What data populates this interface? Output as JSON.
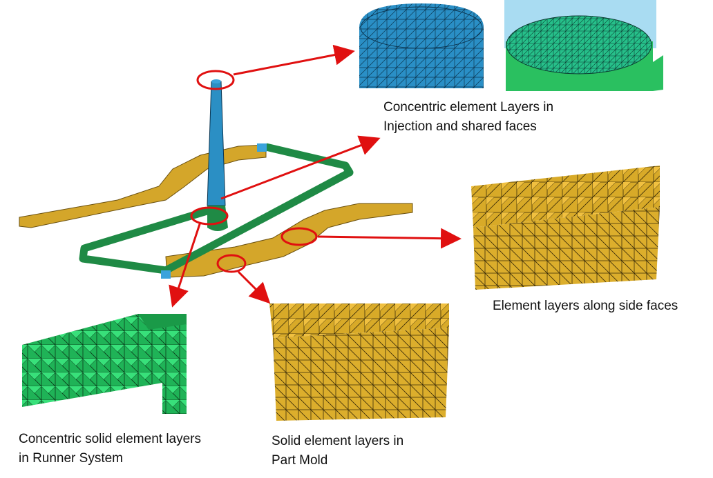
{
  "captions": {
    "injection": {
      "line1": "Concentric element Layers in",
      "line2": "Injection and shared faces"
    },
    "side_faces": {
      "line1": "Element layers along side faces"
    },
    "runner": {
      "line1": "Concentric solid element layers",
      "line2": "in Runner System"
    },
    "part_mold": {
      "line1": "Solid element layers in",
      "line2": "Part Mold"
    }
  },
  "colors": {
    "part": "#d4a62a",
    "runner": "#1f8a45",
    "sprue": "#2b8fc4",
    "gate": "#3aa3dc",
    "highlight": "#e01010",
    "mesh_green": "#22c060"
  }
}
